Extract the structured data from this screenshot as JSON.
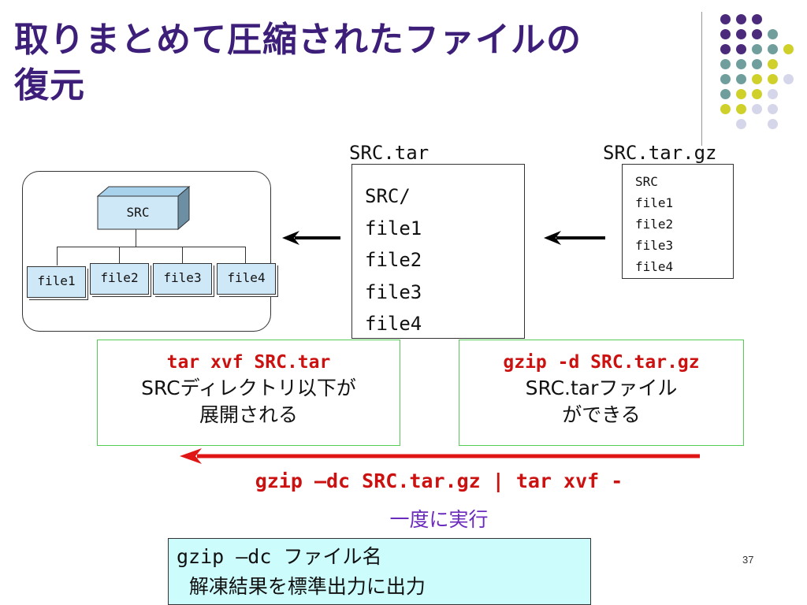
{
  "title": {
    "line1": "取りまとめて圧縮されたファイルの",
    "line2": "復元"
  },
  "decor": {
    "colors": {
      "purple": "#4b2a7b",
      "teal": "#6f9e9c",
      "yellow": "#cfd12a",
      "lavender": "#d6d6ea"
    }
  },
  "tree": {
    "root": "SRC",
    "files": [
      "file1",
      "file2",
      "file3",
      "file4"
    ]
  },
  "tar": {
    "label": "SRC.tar",
    "lines": [
      "SRC/",
      "file1",
      "file2",
      "file3",
      "file4"
    ]
  },
  "targz": {
    "label": "SRC.tar.gz",
    "lines": [
      "SRC",
      "file1",
      "file2",
      "file3",
      "file4"
    ]
  },
  "left_note": {
    "command": "tar xvf SRC.tar",
    "desc1": "SRCディレクトリ以下が",
    "desc2": "展開される"
  },
  "right_note": {
    "command": "gzip -d SRC.tar.gz",
    "desc1": "SRC.tarファイル",
    "desc2": "ができる"
  },
  "pipe": {
    "command": "gzip –dc SRC.tar.gz | tar xvf -",
    "desc": "一度に実行"
  },
  "usage": {
    "line1": "gzip –dc ファイル名",
    "line2": "  解凍結果を標準出力に出力"
  },
  "page_number": "37"
}
